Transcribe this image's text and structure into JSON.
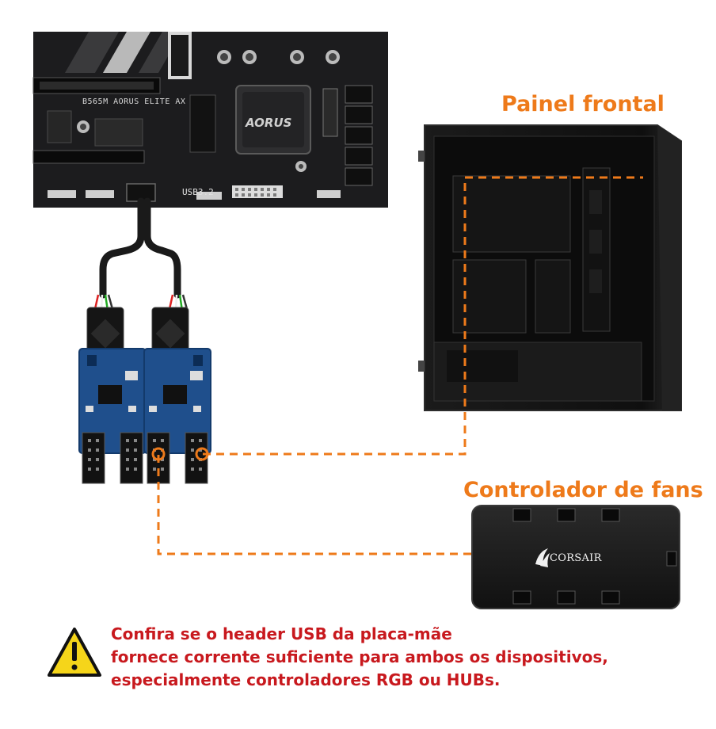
{
  "labels": {
    "front_panel": "Painel frontal",
    "fan_controller": "Controlador de fans"
  },
  "warning": {
    "lines": [
      "Confira se o header USB da placa-mãe",
      "fornece corrente suficiente para ambos os dispositivos,",
      "especialmente controladores RGB ou HUBs."
    ],
    "icon": "warning-triangle-icon"
  },
  "motherboard": {
    "model": "B565M AORUS ELITE AX",
    "brand": "AORUS",
    "header_label": "USB3.2"
  },
  "fan_controller_brand": "CORSAIR",
  "colors": {
    "accent_orange": "#ee7a1a",
    "warning_red": "#c8191e",
    "warning_yellow": "#f5d51a",
    "pcb_blue": "#1f4f8c",
    "case_black": "#141414"
  }
}
